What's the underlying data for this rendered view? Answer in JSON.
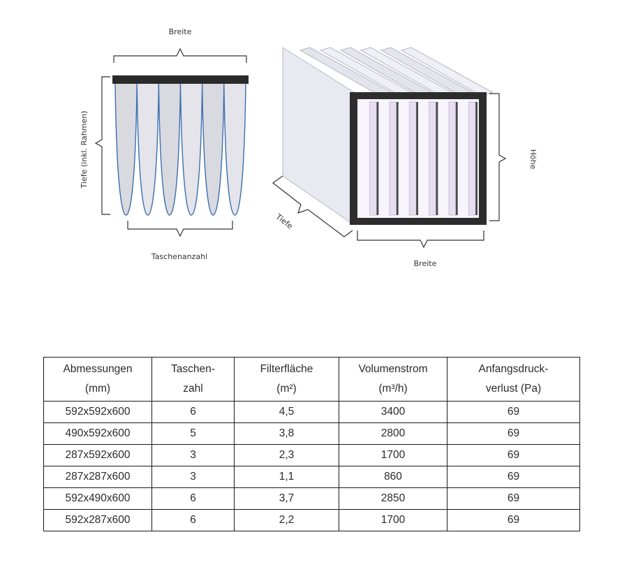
{
  "diagram": {
    "left_view": {
      "width_label": "Breite",
      "depth_label": "Tiefe (inkl. Rahmen)",
      "pockets_label": "Taschenanzahl",
      "pocket_count": 6,
      "frame_color": "#2a2a2a",
      "pocket_line_color": "#3c6fb0"
    },
    "right_view": {
      "depth_label": "Tiefe",
      "width_label": "Breite",
      "height_label": "Höhe",
      "pocket_count": 6
    }
  },
  "table": {
    "headers": [
      [
        "Abmessungen",
        "(mm)"
      ],
      [
        "Taschen-",
        "zahl"
      ],
      [
        "Filterfläche",
        "(m²)"
      ],
      [
        "Volumenstrom",
        "(m³/h)"
      ],
      [
        "Anfangsdruck-",
        "verlust (Pa)"
      ]
    ],
    "rows": [
      [
        "592x592x600",
        "6",
        "4,5",
        "3400",
        "69"
      ],
      [
        "490x592x600",
        "5",
        "3,8",
        "2800",
        "69"
      ],
      [
        "287x592x600",
        "3",
        "2,3",
        "1700",
        "69"
      ],
      [
        "287x287x600",
        "3",
        "1,1",
        "860",
        "69"
      ],
      [
        "592x490x600",
        "6",
        "3,7",
        "2850",
        "69"
      ],
      [
        "592x287x600",
        "6",
        "2,2",
        "1700",
        "69"
      ]
    ]
  }
}
